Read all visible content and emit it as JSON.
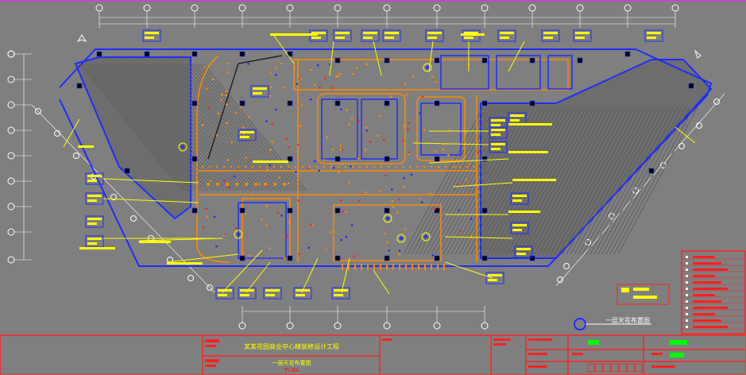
{
  "colors": {
    "background": "#7f7f7f",
    "frame": "#ff2020",
    "grid_axis": "#ffffff",
    "outline": "#1e2cff",
    "lighting": "#ff8a00",
    "annotation": "#ffff00",
    "wall": "#000000",
    "hatch": "#3a3a3a",
    "title_text": "#ffff00",
    "accent_green": "#00ff00",
    "magenta": "#cc44cc",
    "cyan": "#00c8d8"
  },
  "title_block": {
    "project_name": "某某花园商业中心精装修设计工程",
    "drawing_name": "一层天花布置图",
    "scale_word": "PLAN"
  },
  "plan_title": "一层天花布置图",
  "icons": [
    "north-arrow-icon",
    "lamp-symbol-icon",
    "section-marker-icon"
  ]
}
